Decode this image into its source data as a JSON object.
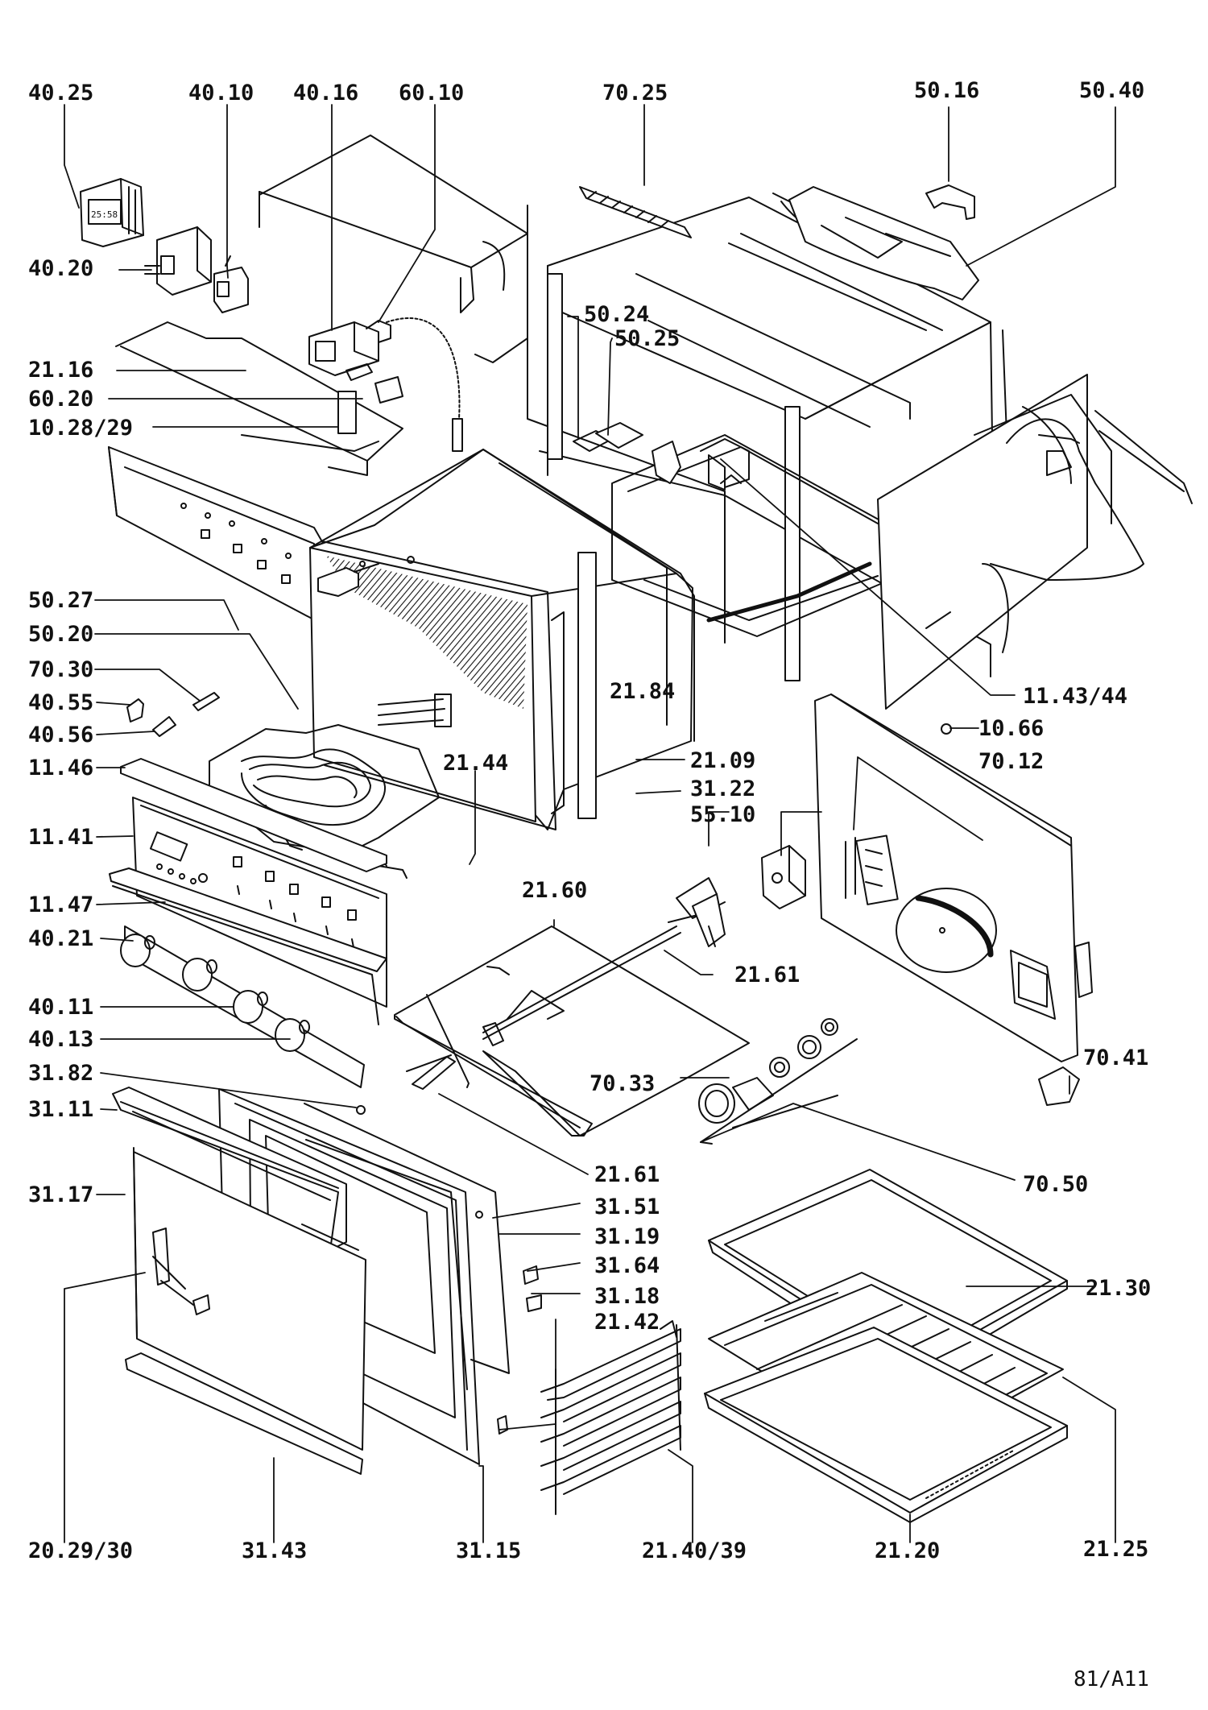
{
  "figure_ref": "81/A11",
  "labels": {
    "l4025": "40.25",
    "l4010": "40.10",
    "l4016": "40.16",
    "l6010": "60.10",
    "l7025": "70.25",
    "l5016": "50.16",
    "l5040": "50.40",
    "l4020": "40.20",
    "l5024": "50.24",
    "l5025": "50.25",
    "l2116": "21.16",
    "l6020": "60.20",
    "l1028": "10.28/29",
    "l5027": "50.27",
    "l5020": "50.20",
    "l7030": "70.30",
    "l4055": "40.55",
    "l4056": "40.56",
    "l1146": "11.46",
    "l1141": "11.41",
    "l1147": "11.47",
    "l4021": "40.21",
    "l4011": "40.11",
    "l4013": "40.13",
    "l3182": "31.82",
    "l3111": "31.11",
    "l3117": "31.17",
    "l2029": "20.29/30",
    "l3143": "31.43",
    "l3115": "31.15",
    "l2140": "21.40/39",
    "l2120": "21.20",
    "l2125": "21.25",
    "l2184": "21.84",
    "l2144": "21.44",
    "l2109": "21.09",
    "l3122": "31.22",
    "l5510": "55.10",
    "l2160": "21.60",
    "l2161a": "21.61",
    "l2161b": "21.61",
    "l7033": "70.33",
    "l3151": "31.51",
    "l3119": "31.19",
    "l3164": "31.64",
    "l3118": "31.18",
    "l2142": "21.42",
    "l2130": "21.30",
    "l7050": "70.50",
    "l7041": "70.41",
    "l7012": "70.12",
    "l1066": "10.66",
    "l1143": "11.43/44"
  },
  "display": {
    "digits": "25:58"
  }
}
